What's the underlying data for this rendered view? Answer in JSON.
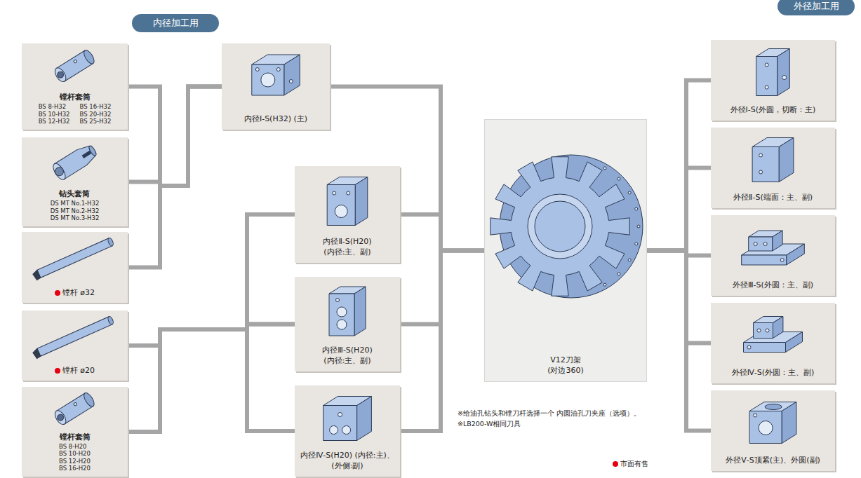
{
  "diagram": {
    "nodes": [
      {
        "text": [
          "内径加工用"
        ]
      },
      {
        "text": [
          "外径加工用"
        ]
      },
      {
        "text": [
          "镗杆套筒",
          "BS 8-H32",
          "BS 16-H32",
          "BS 10-H32",
          "BS 20-H32",
          "BS 12-H32",
          "BS 25-H32"
        ]
      },
      {
        "text": [
          "钻头套筒",
          "DS MT No.1-H32",
          "DS MT No.2-H32",
          "DS MT No.3-H32"
        ]
      },
      {
        "text": [
          "镗杆 ø32"
        ]
      },
      {
        "text": [
          "镗杆 ø20"
        ]
      },
      {
        "text": [
          "镗杆套筒",
          "BS 8-H20",
          "BS 10-H20",
          "BS 12-H20",
          "BS 16-H20"
        ]
      },
      {
        "text": [
          "内径I-S(H32) (主)"
        ]
      },
      {
        "text": [
          "内径Ⅱ-S(H20) (内径:主、副)"
        ]
      },
      {
        "text": [
          "内径Ⅲ-S(H20) (内径:主、副)"
        ]
      },
      {
        "text": [
          "内径Ⅳ-S(H20) (内径:主)、(外侧:副)"
        ]
      },
      {
        "text": [
          "V12刀架 (对边360)"
        ]
      },
      {
        "text": [
          "外径I-S(外圆，切断：主)"
        ]
      },
      {
        "text": [
          "外径Ⅱ-S(端面：主、副)"
        ]
      },
      {
        "text": [
          "外径Ⅲ-S(外圆：主、副)"
        ]
      },
      {
        "text": [
          "外径Ⅳ-S(外圆：主、副)"
        ]
      },
      {
        "text": [
          "外径Ⅴ-S顶紧(主)、外圆(副)"
        ]
      }
    ],
    "edges": [
      {
        "from": 2,
        "to": 7,
        "arrow": "none"
      },
      {
        "from": 3,
        "to": 7,
        "arrow": "none"
      },
      {
        "from": 4,
        "to": 7,
        "arrow": "none"
      },
      {
        "from": 5,
        "to": 8,
        "arrow": "none"
      },
      {
        "from": 5,
        "to": 9,
        "arrow": "none"
      },
      {
        "from": 5,
        "to": 10,
        "arrow": "none"
      },
      {
        "from": 6,
        "to": 8,
        "arrow": "none"
      },
      {
        "from": 6,
        "to": 9,
        "arrow": "none"
      },
      {
        "from": 6,
        "to": 10,
        "arrow": "none"
      },
      {
        "from": 7,
        "to": 11,
        "arrow": "none"
      },
      {
        "from": 8,
        "to": 11,
        "arrow": "none"
      },
      {
        "from": 9,
        "to": 11,
        "arrow": "none"
      },
      {
        "from": 10,
        "to": 11,
        "arrow": "none"
      },
      {
        "from": 11,
        "to": 12,
        "arrow": "none"
      },
      {
        "from": 11,
        "to": 13,
        "arrow": "none"
      },
      {
        "from": 11,
        "to": 14,
        "arrow": "none"
      },
      {
        "from": 11,
        "to": 15,
        "arrow": "none"
      },
      {
        "from": 11,
        "to": 16,
        "arrow": "none"
      }
    ],
    "labels": [
      "※给油孔钻头和镗刀杆选择一个 内圆油孔刀夹座（选项）。",
      "※LB200-W相同刀具"
    ],
    "legend": [
      {
        "text": "市面有售",
        "color": "#e60012"
      }
    ]
  }
}
